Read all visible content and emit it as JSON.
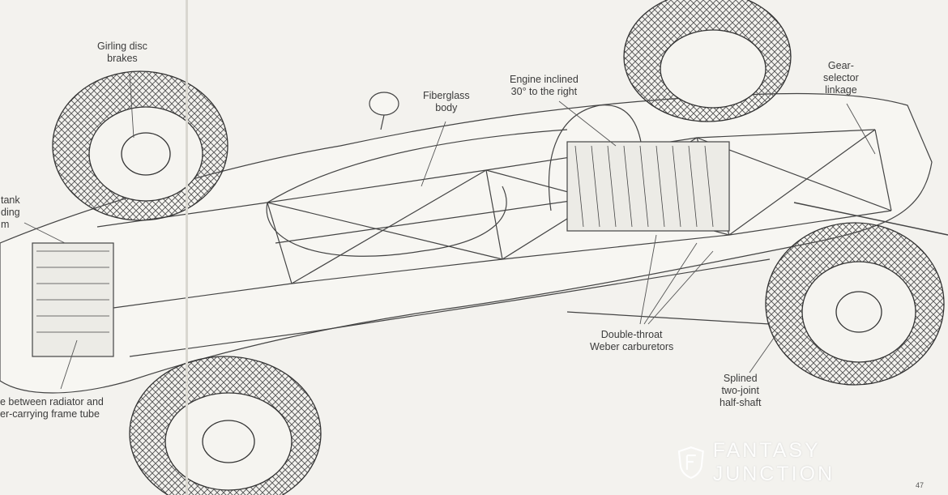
{
  "labels": {
    "girling": [
      "Girling disc",
      "brakes"
    ],
    "fiberglass": [
      "Fiberglass",
      "body"
    ],
    "engine": [
      "Engine inclined",
      "30° to the right"
    ],
    "gear": [
      "Gear-",
      "selector",
      "linkage"
    ],
    "tank": [
      "tank",
      "ding",
      "m"
    ],
    "carb": [
      "Double-throat",
      "Weber carburetors"
    ],
    "splined": [
      "Splined",
      "two-joint",
      "half-shaft"
    ],
    "radiator": [
      "e between radiator and",
      "er-carrying frame tube"
    ]
  },
  "watermark": {
    "text": "FANTASY JUNCTION",
    "icon": "shield-logo-icon"
  },
  "page_number": "47",
  "colors": {
    "paper": "#f3f2ee",
    "ink": "#3a3a3a"
  }
}
